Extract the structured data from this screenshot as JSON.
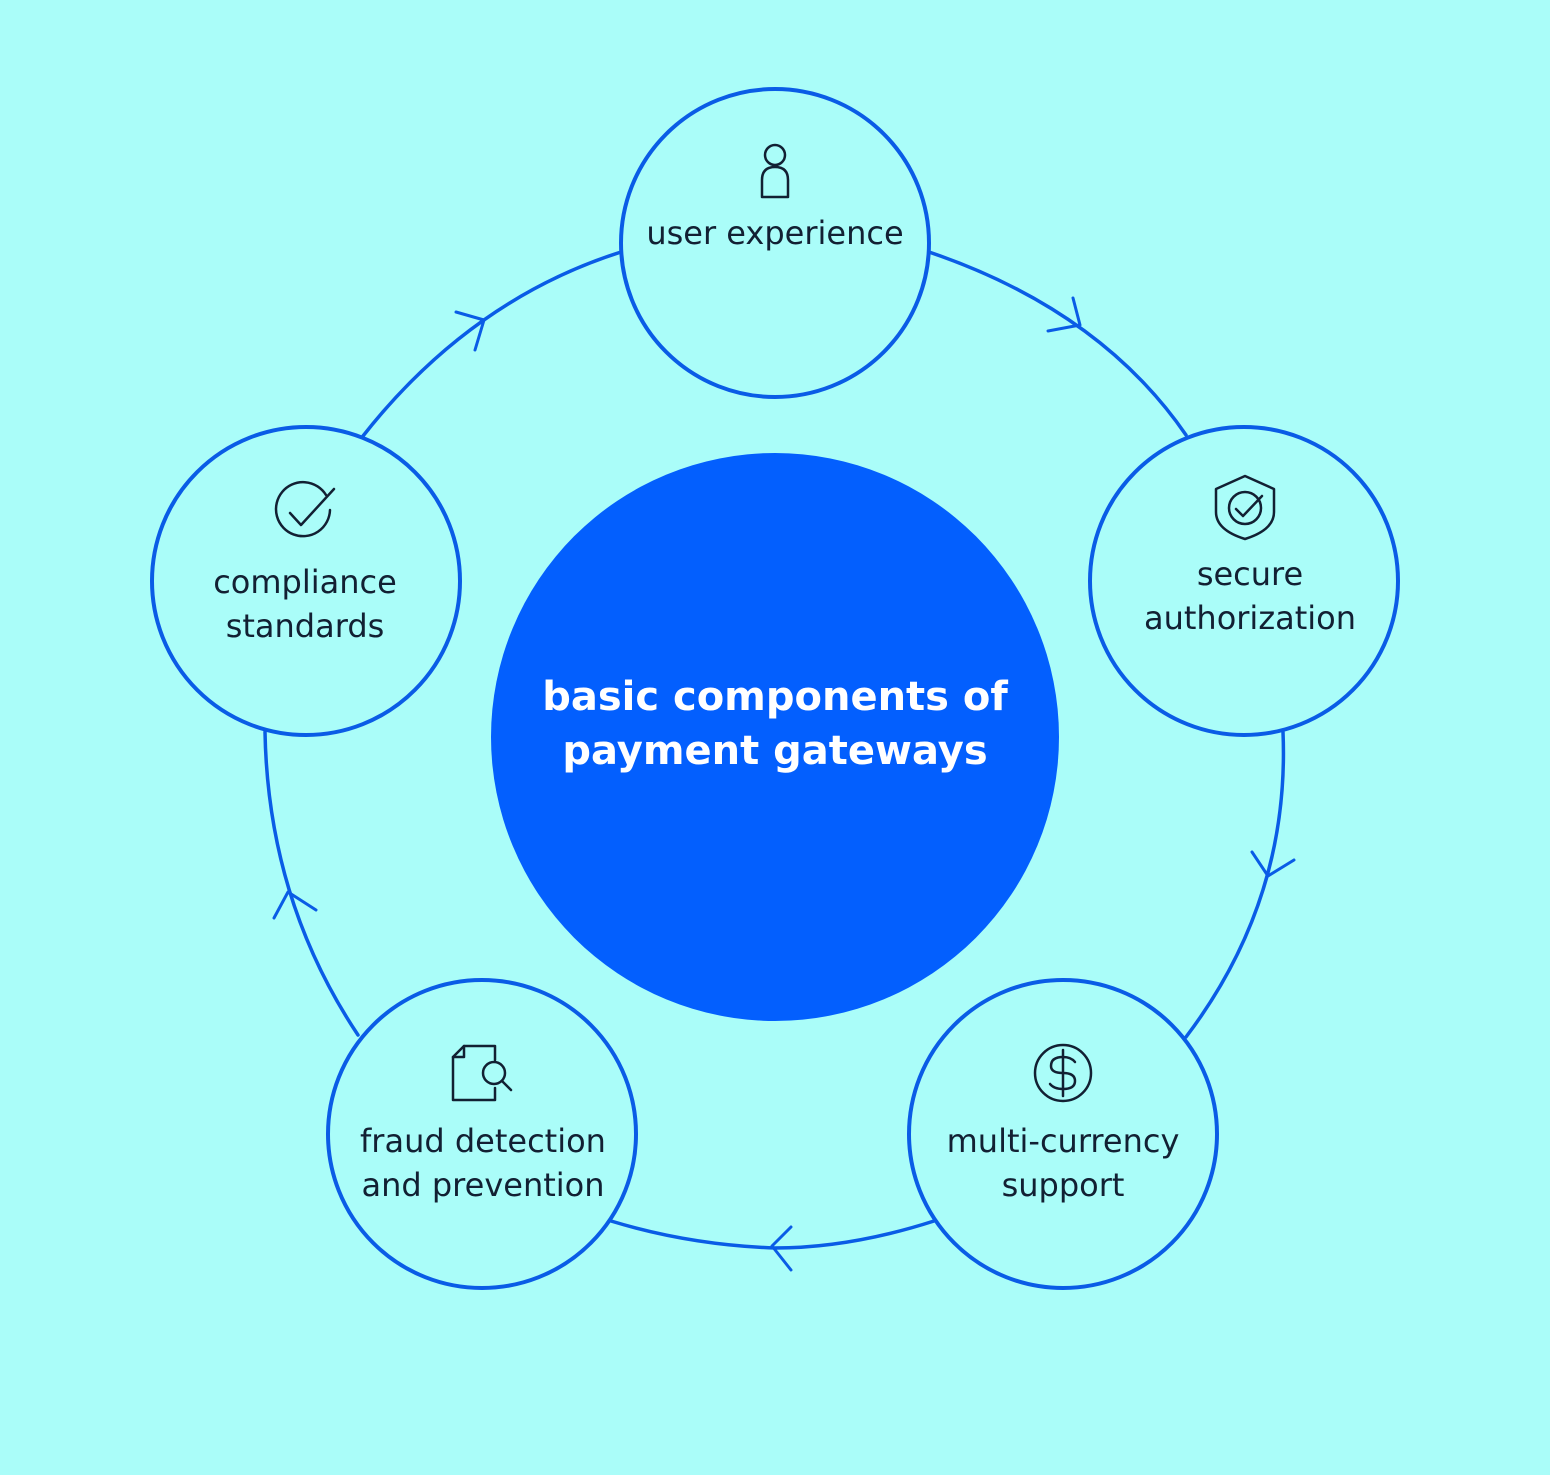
{
  "diagram": {
    "center_title": "basic components of payment gateways",
    "nodes": [
      {
        "id": "user",
        "label": "user experience",
        "icon": "person-icon"
      },
      {
        "id": "secure",
        "label": "secure authorization",
        "icon": "shield-check-icon"
      },
      {
        "id": "multi",
        "label": "multi-currency support",
        "icon": "dollar-coin-icon"
      },
      {
        "id": "fraud",
        "label": "fraud detection and prevention",
        "icon": "document-search-icon"
      },
      {
        "id": "compliance",
        "label": "compliance standards",
        "icon": "check-circle-icon"
      }
    ],
    "flow": "clockwise",
    "colors": {
      "background": "#aafdf9",
      "center_fill": "#035ffe",
      "ring_stroke": "#0a5ce6",
      "icon_stroke": "#122033",
      "label_text": "#122033",
      "center_text": "#ffffff"
    }
  }
}
